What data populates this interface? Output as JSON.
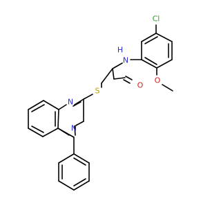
{
  "molecule": {
    "atoms": {
      "cl": {
        "symbol": "Cl",
        "color": "#2e9e2e"
      },
      "nh": {
        "symbol": "N",
        "hydrogen": "H",
        "color": "#2a2ad8"
      },
      "o_carbonyl": {
        "symbol": "O",
        "color": "#d81e1e"
      },
      "o_methoxy": {
        "symbol": "O",
        "color": "#d81e1e"
      },
      "s": {
        "symbol": "S",
        "color": "#b3a200"
      },
      "n_ring_1": {
        "symbol": "N",
        "color": "#2a2ad8"
      },
      "n_ring_3": {
        "symbol": "N",
        "color": "#2a2ad8"
      }
    }
  }
}
